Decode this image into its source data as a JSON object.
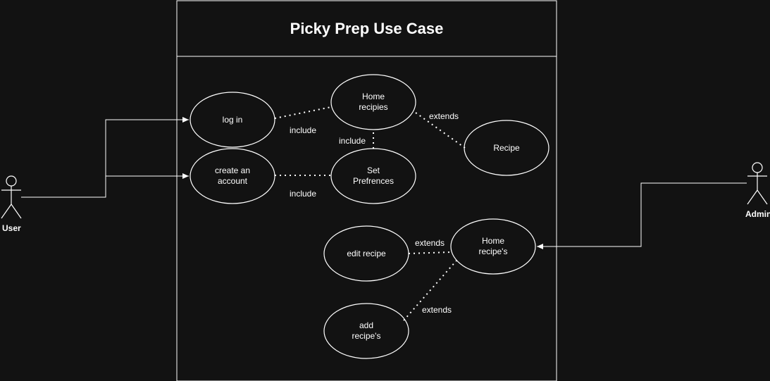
{
  "title": "Picky Prep Use Case",
  "actors": {
    "user": "User",
    "admin": "Admin"
  },
  "use_cases": {
    "log_in": "log in",
    "create_account": "create an\naccount",
    "home_recipies": "Home\nrecipies",
    "set_preferences": "Set\nPrefrences",
    "recipe": "Recipe",
    "edit_recipe": "edit recipe",
    "home_recipes_admin": "Home\nrecipe's",
    "add_recipes": "add\nrecipe's"
  },
  "relations": {
    "include_login_home": "include",
    "include_account_prefs": "include",
    "include_home_prefs": "include",
    "extends_home_recipe": "extends",
    "extends_edit_home": "extends",
    "extends_add_home": "extends"
  },
  "colors": {
    "background": "#121212",
    "stroke": "#ffffff",
    "text": "#ffffff"
  }
}
